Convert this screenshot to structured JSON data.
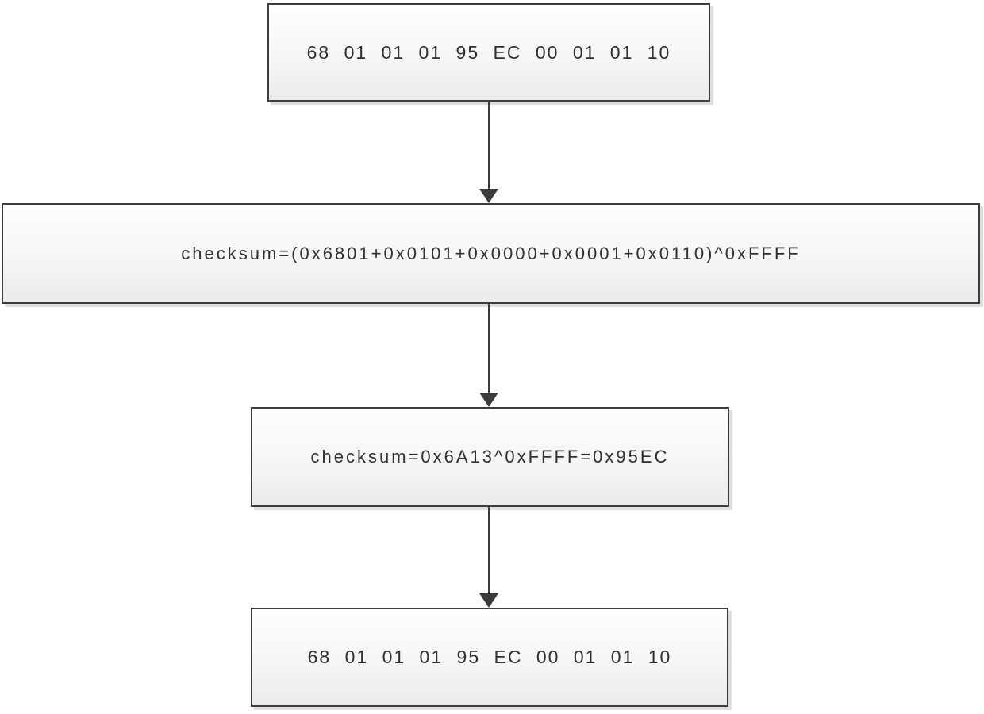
{
  "diagram": {
    "type": "flowchart",
    "direction": "top-down",
    "nodes": [
      {
        "id": "packet-input",
        "text": "68 01 01 01 95 EC 00 01 01 10"
      },
      {
        "id": "checksum-formula",
        "text": "checksum=(0x6801+0x0101+0x0000+0x0001+0x0110)^0xFFFF"
      },
      {
        "id": "checksum-result",
        "text": "checksum=0x6A13^0xFFFF=0x95EC"
      },
      {
        "id": "packet-output",
        "text": "68 01 01 01 95 EC 00 01 01 10"
      }
    ],
    "edges": [
      {
        "from": "packet-input",
        "to": "checksum-formula"
      },
      {
        "from": "checksum-formula",
        "to": "checksum-result"
      },
      {
        "from": "checksum-result",
        "to": "packet-output"
      }
    ]
  },
  "colors": {
    "background": "#ffffff",
    "box_border": "#3d3d3d",
    "box_fill_top": "#fefefe",
    "box_fill_bottom": "#ebebeb",
    "arrow": "#3b3b3b",
    "text": "#2f2f2f"
  }
}
